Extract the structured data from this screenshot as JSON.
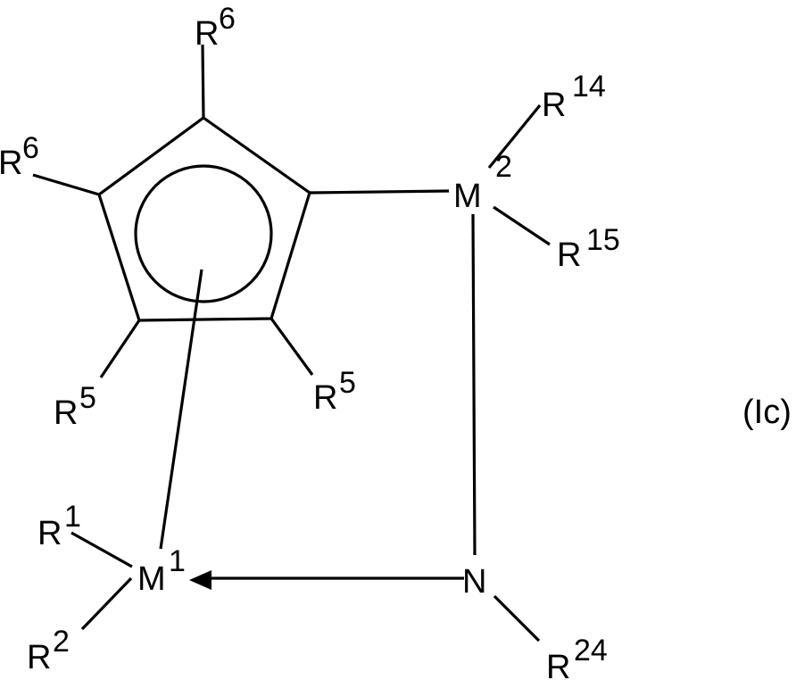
{
  "diagram": {
    "type": "chemical-structure",
    "formula_label": "(Ic)",
    "ring": {
      "type": "cyclopentadienyl",
      "aromatic_circle": true
    },
    "atoms": {
      "m1": {
        "symbol": "M",
        "index": "1"
      },
      "m2": {
        "symbol": "M",
        "index": "2"
      },
      "n": {
        "symbol": "N"
      }
    },
    "substituents": {
      "r6_top": {
        "symbol": "R",
        "index": "6"
      },
      "r6_left": {
        "symbol": "R",
        "index": "6"
      },
      "r5_left": {
        "symbol": "R",
        "index": "5"
      },
      "r5_right": {
        "symbol": "R",
        "index": "5"
      },
      "r14": {
        "symbol": "R",
        "index": "14"
      },
      "r15": {
        "symbol": "R",
        "index": "15"
      },
      "r1": {
        "symbol": "R",
        "index": "1"
      },
      "r2": {
        "symbol": "R",
        "index": "2"
      },
      "r24": {
        "symbol": "R",
        "index": "24"
      }
    },
    "bonds": [
      "ring-M2",
      "M2-R14",
      "M2-R15",
      "M2-N",
      "N-R24",
      "N->M1 (dative arrow)",
      "ring-M1 (eta5)",
      "M1-R1",
      "M1-R2"
    ]
  }
}
